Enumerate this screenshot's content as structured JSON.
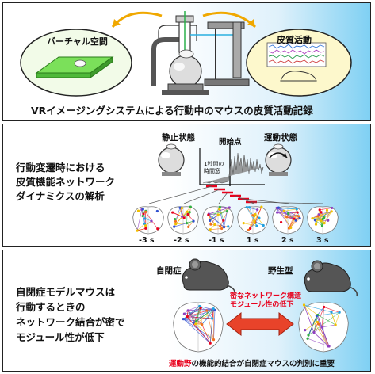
{
  "panel1": {
    "virtual_space_label": "バーチャル空間",
    "cortical_activity_label": "皮質活動",
    "caption": "VRイメージングシステムによる行動中のマウスの皮質活動記録"
  },
  "panel2": {
    "heading_lines": [
      "行動変遷時における",
      "皮質機能ネットワーク",
      "ダイナミクスの解析"
    ],
    "rest_label": "静止状態",
    "run_label": "運動状態",
    "onset_label": "開始点",
    "window_label_lines": [
      "1秒間の",
      "時間窓"
    ],
    "time_labels": [
      "-3 s",
      "-2 s",
      "-1 s",
      "1 s",
      "2 s",
      "3 s"
    ]
  },
  "panel3": {
    "autism_label": "自閉症",
    "wildtype_label": "野生型",
    "body_lines": [
      "自閉症モデルマウスは",
      "行動するときの",
      "ネットワーク結合が密で",
      "モジュール性が低下"
    ],
    "highlight_lines": [
      "密なネットワーク構造",
      "モジュール性の低下"
    ],
    "bottom_note_highlight": "運動野",
    "bottom_note_rest": "の機能的結合が自閉症マウスの判別に重要"
  },
  "colors": {
    "accent_red": "#e8001c",
    "arrow_orange": "#f0a800",
    "gradient_blue": "#7fd0f3",
    "vr_green": "#7be05a",
    "arrow_red": "#e8432a"
  }
}
